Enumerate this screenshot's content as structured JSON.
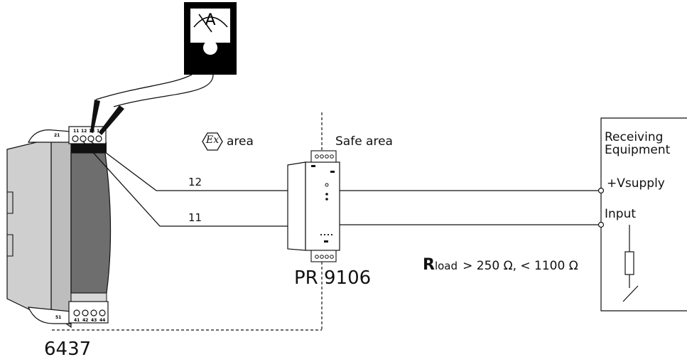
{
  "ex_symbol": "Ex",
  "hazardous_area_label": "area",
  "safe_area_label": "Safe area",
  "wire_12_label": "12",
  "wire_11_label": "11",
  "isolator_model": "PR 9106",
  "transmitter_model": "6437",
  "meter_symbol": "A",
  "receiver": {
    "title_line1": "Receiving",
    "title_line2": "Equipment",
    "supply_terminal": "+Vsupply",
    "input_terminal": "Input"
  },
  "load": {
    "symbol": "R",
    "subscript": "load",
    "range": "> 250 Ω, < 1100 Ω"
  },
  "transmitter_terminals": {
    "top": [
      "11",
      "12",
      "13",
      "14"
    ],
    "top_side": "21",
    "bottom": [
      "41",
      "42",
      "43",
      "44"
    ],
    "bottom_side": "51"
  },
  "colors": {
    "line": "#111111",
    "housing_light": "#cfcfcf",
    "housing_mid": "#bdbdbd",
    "front_panel": "#6e6e6e",
    "meter_body": "#000000"
  }
}
